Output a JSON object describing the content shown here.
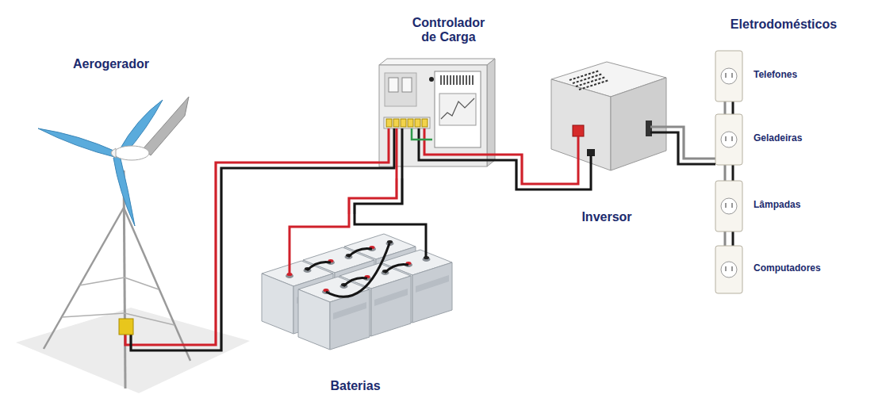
{
  "diagram": {
    "nodes": [
      {
        "text": [
          "Aerogerador"
        ]
      },
      {
        "text": [
          "Controlador de Carga"
        ]
      },
      {
        "text": [
          "Eletrodomésticos"
        ]
      },
      {
        "text": [
          "Telefones"
        ],
        "in": 2
      },
      {
        "text": [
          "Geladeiras"
        ],
        "in": 2
      },
      {
        "text": [
          "Lâmpadas"
        ],
        "in": 2
      },
      {
        "text": [
          "Computadores"
        ],
        "in": 2
      },
      {
        "text": [
          "Inversor"
        ]
      },
      {
        "text": [
          "Baterias"
        ]
      }
    ],
    "edges": [
      {
        "from": 0,
        "to": 1,
        "arrow": "none"
      },
      {
        "from": 1,
        "to": 8,
        "arrow": "none"
      },
      {
        "from": 1,
        "to": 7,
        "arrow": "none"
      },
      {
        "from": 7,
        "to": 2,
        "arrow": "none"
      }
    ]
  }
}
